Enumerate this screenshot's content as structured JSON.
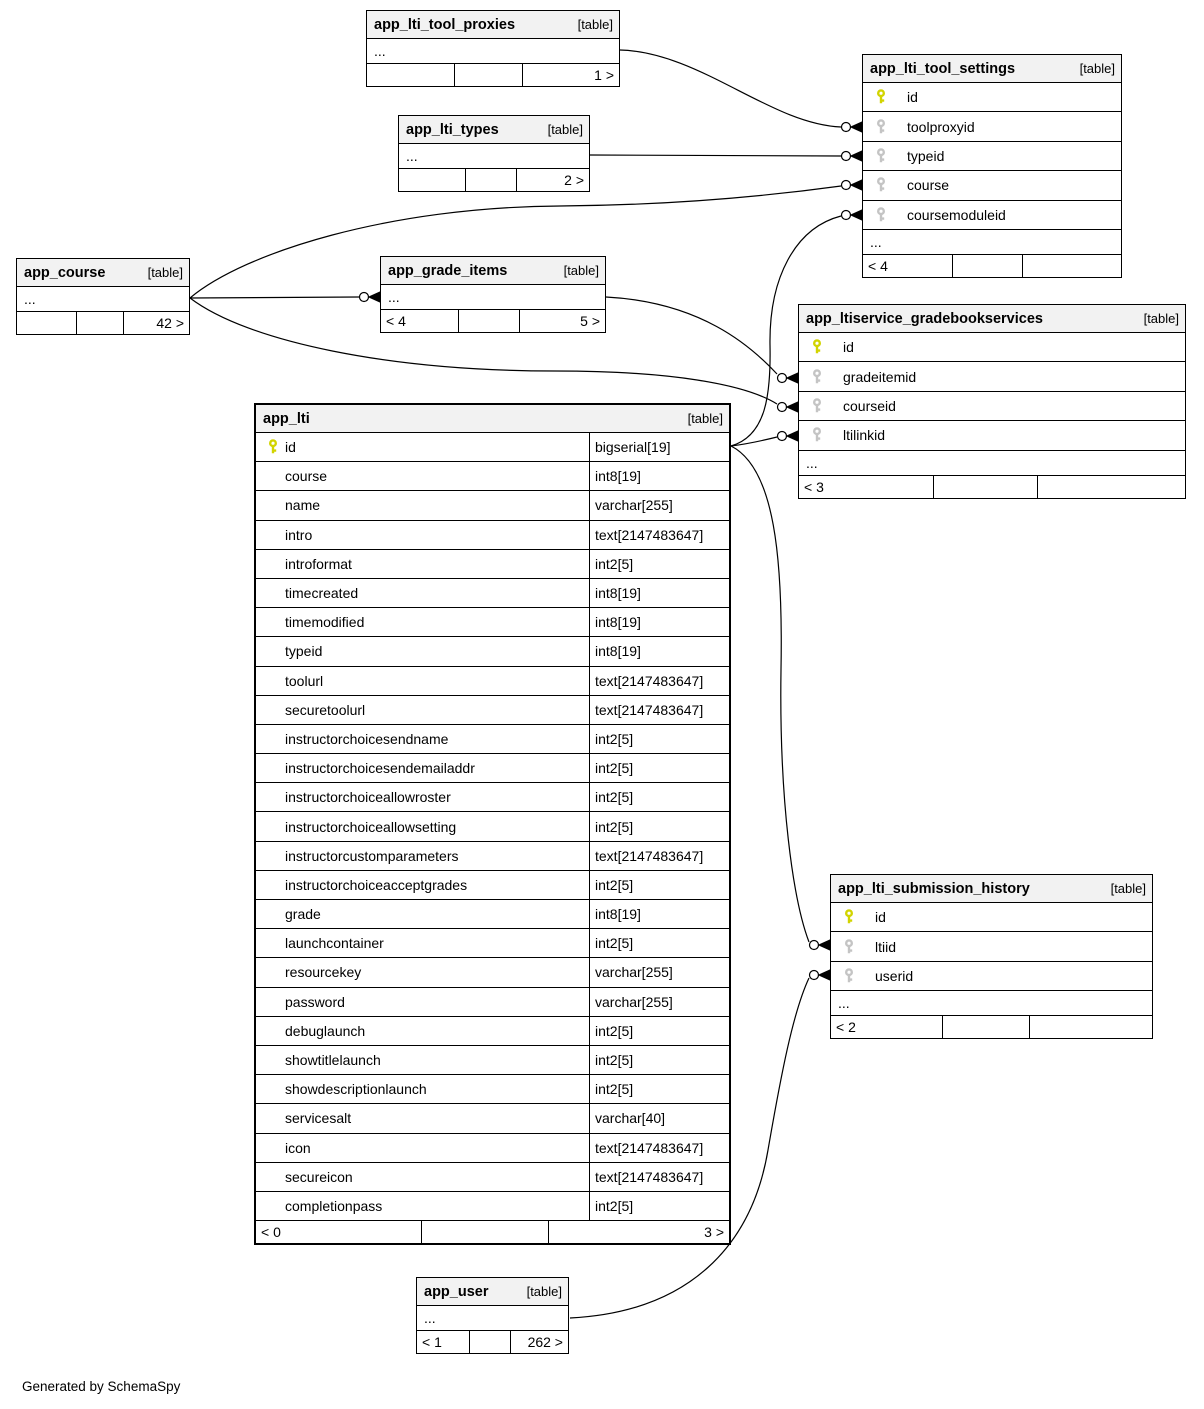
{
  "diagram": {
    "generator_note": "Generated by SchemaSpy",
    "colors": {
      "primary_key": "#d2d400",
      "foreign_key": "#c4c4c4",
      "header_bg": "#f2f2f2",
      "border": "#000000"
    },
    "tables": {
      "app_lti_tool_proxies": {
        "title": "app_lti_tool_proxies",
        "tag": "[table]",
        "ellipsis": "...",
        "columns": [],
        "footer": [
          "",
          "",
          "1 >"
        ]
      },
      "app_lti_types": {
        "title": "app_lti_types",
        "tag": "[table]",
        "ellipsis": "...",
        "columns": [],
        "footer": [
          "",
          "",
          "2 >"
        ]
      },
      "app_lti_tool_settings": {
        "title": "app_lti_tool_settings",
        "tag": "[table]",
        "ellipsis": "...",
        "columns": [
          {
            "name": "id",
            "key": "primary"
          },
          {
            "name": "toolproxyid",
            "key": "foreign"
          },
          {
            "name": "typeid",
            "key": "foreign"
          },
          {
            "name": "course",
            "key": "foreign"
          },
          {
            "name": "coursemoduleid",
            "key": "foreign"
          }
        ],
        "footer": [
          "< 4",
          "",
          ""
        ]
      },
      "app_course": {
        "title": "app_course",
        "tag": "[table]",
        "ellipsis": "...",
        "columns": [],
        "footer": [
          "",
          "",
          "42 >"
        ]
      },
      "app_grade_items": {
        "title": "app_grade_items",
        "tag": "[table]",
        "ellipsis": "...",
        "columns": [],
        "footer": [
          "< 4",
          "",
          "5 >"
        ]
      },
      "app_ltiservice_gradebookservices": {
        "title": "app_ltiservice_gradebookservices",
        "tag": "[table]",
        "ellipsis": "...",
        "columns": [
          {
            "name": "id",
            "key": "primary"
          },
          {
            "name": "gradeitemid",
            "key": "foreign"
          },
          {
            "name": "courseid",
            "key": "foreign"
          },
          {
            "name": "ltilinkid",
            "key": "foreign"
          }
        ],
        "footer": [
          "< 3",
          "",
          ""
        ]
      },
      "app_lti": {
        "title": "app_lti",
        "tag": "[table]",
        "columns": [
          {
            "name": "id",
            "key": "primary",
            "type": "bigserial[19]"
          },
          {
            "name": "course",
            "type": "int8[19]"
          },
          {
            "name": "name",
            "type": "varchar[255]"
          },
          {
            "name": "intro",
            "type": "text[2147483647]"
          },
          {
            "name": "introformat",
            "type": "int2[5]"
          },
          {
            "name": "timecreated",
            "type": "int8[19]"
          },
          {
            "name": "timemodified",
            "type": "int8[19]"
          },
          {
            "name": "typeid",
            "type": "int8[19]"
          },
          {
            "name": "toolurl",
            "type": "text[2147483647]"
          },
          {
            "name": "securetoolurl",
            "type": "text[2147483647]"
          },
          {
            "name": "instructorchoicesendname",
            "type": "int2[5]"
          },
          {
            "name": "instructorchoicesendemailaddr",
            "type": "int2[5]"
          },
          {
            "name": "instructorchoiceallowroster",
            "type": "int2[5]"
          },
          {
            "name": "instructorchoiceallowsetting",
            "type": "int2[5]"
          },
          {
            "name": "instructorcustomparameters",
            "type": "text[2147483647]"
          },
          {
            "name": "instructorchoiceacceptgrades",
            "type": "int2[5]"
          },
          {
            "name": "grade",
            "type": "int8[19]"
          },
          {
            "name": "launchcontainer",
            "type": "int2[5]"
          },
          {
            "name": "resourcekey",
            "type": "varchar[255]"
          },
          {
            "name": "password",
            "type": "varchar[255]"
          },
          {
            "name": "debuglaunch",
            "type": "int2[5]"
          },
          {
            "name": "showtitlelaunch",
            "type": "int2[5]"
          },
          {
            "name": "showdescriptionlaunch",
            "type": "int2[5]"
          },
          {
            "name": "servicesalt",
            "type": "varchar[40]"
          },
          {
            "name": "icon",
            "type": "text[2147483647]"
          },
          {
            "name": "secureicon",
            "type": "text[2147483647]"
          },
          {
            "name": "completionpass",
            "type": "int2[5]"
          }
        ],
        "footer": [
          "< 0",
          "",
          "3 >"
        ]
      },
      "app_lti_submission_history": {
        "title": "app_lti_submission_history",
        "tag": "[table]",
        "ellipsis": "...",
        "columns": [
          {
            "name": "id",
            "key": "primary"
          },
          {
            "name": "ltiid",
            "key": "foreign"
          },
          {
            "name": "userid",
            "key": "foreign"
          }
        ],
        "footer": [
          "< 2",
          "",
          ""
        ]
      },
      "app_user": {
        "title": "app_user",
        "tag": "[table]",
        "ellipsis": "...",
        "columns": [],
        "footer": [
          "< 1",
          "",
          "262 >"
        ]
      }
    },
    "relationships": [
      {
        "from": "app_lti_tool_proxies",
        "to": "app_lti_tool_settings.toolproxyid"
      },
      {
        "from": "app_lti_types",
        "to": "app_lti_tool_settings.typeid"
      },
      {
        "from": "app_course",
        "to": "app_lti_tool_settings.course"
      },
      {
        "from": "app_course",
        "to": "app_grade_items"
      },
      {
        "from": "app_course",
        "to": "app_ltiservice_gradebookservices.courseid"
      },
      {
        "from": "app_grade_items",
        "to": "app_ltiservice_gradebookservices.gradeitemid"
      },
      {
        "from": "app_lti.id",
        "to": "app_ltiservice_gradebookservices.ltilinkid"
      },
      {
        "from": "app_lti.id",
        "to": "app_lti_tool_settings.coursemoduleid"
      },
      {
        "from": "app_lti.id",
        "to": "app_lti_submission_history.ltiid"
      },
      {
        "from": "app_user",
        "to": "app_lti_submission_history.userid"
      }
    ]
  }
}
